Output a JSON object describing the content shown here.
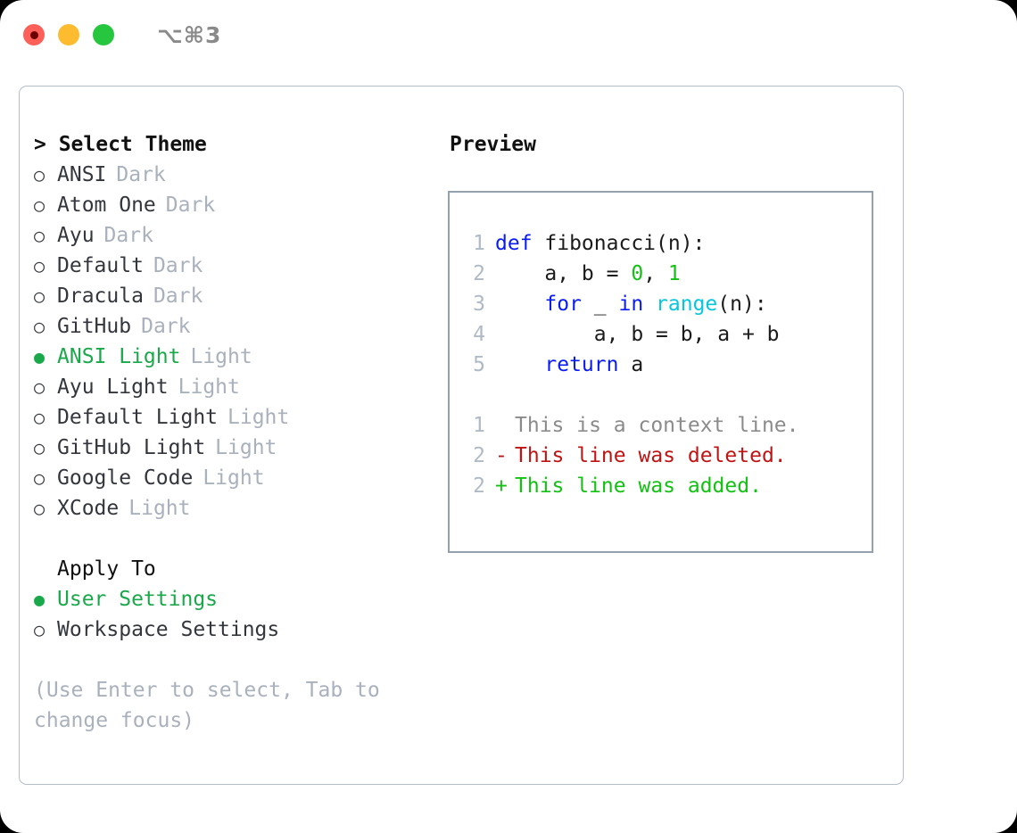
{
  "titlebar": {
    "shortcut": "⌥⌘3",
    "lights": [
      {
        "name": "close",
        "color": "#fc6058"
      },
      {
        "name": "minimize",
        "color": "#fdbc2f"
      },
      {
        "name": "zoom",
        "color": "#26c63f"
      }
    ]
  },
  "theme_panel": {
    "heading": "> Select Theme",
    "options": [
      {
        "marker": "○",
        "label": "ANSI",
        "kind": "Dark",
        "selected": false
      },
      {
        "marker": "○",
        "label": "Atom One",
        "kind": "Dark",
        "selected": false
      },
      {
        "marker": "○",
        "label": "Ayu",
        "kind": "Dark",
        "selected": false
      },
      {
        "marker": "○",
        "label": "Default",
        "kind": "Dark",
        "selected": false
      },
      {
        "marker": "○",
        "label": "Dracula",
        "kind": "Dark",
        "selected": false
      },
      {
        "marker": "○",
        "label": "GitHub",
        "kind": "Dark",
        "selected": false
      },
      {
        "marker": "●",
        "label": "ANSI Light",
        "kind": "Light",
        "selected": true
      },
      {
        "marker": "○",
        "label": "Ayu Light",
        "kind": "Light",
        "selected": false
      },
      {
        "marker": "○",
        "label": "Default Light",
        "kind": "Light",
        "selected": false
      },
      {
        "marker": "○",
        "label": "GitHub Light",
        "kind": "Light",
        "selected": false
      },
      {
        "marker": "○",
        "label": "Google Code",
        "kind": "Light",
        "selected": false
      },
      {
        "marker": "○",
        "label": "XCode",
        "kind": "Light",
        "selected": false
      }
    ]
  },
  "apply_to": {
    "heading": "Apply To",
    "options": [
      {
        "marker": "●",
        "label": "User Settings",
        "selected": true
      },
      {
        "marker": "○",
        "label": "Workspace Settings",
        "selected": false
      }
    ]
  },
  "hint": "(Use Enter to select, Tab to change focus)",
  "preview": {
    "title": "Preview",
    "code": [
      {
        "num": "1",
        "tokens": [
          {
            "t": "def",
            "c": "kw"
          },
          {
            "t": " fibonacci(n):",
            "c": "code-txt"
          }
        ]
      },
      {
        "num": "2",
        "tokens": [
          {
            "t": "    a, b = ",
            "c": "code-txt"
          },
          {
            "t": "0",
            "c": "num"
          },
          {
            "t": ", ",
            "c": "code-txt"
          },
          {
            "t": "1",
            "c": "num"
          }
        ]
      },
      {
        "num": "3",
        "tokens": [
          {
            "t": "    ",
            "c": "code-txt"
          },
          {
            "t": "for",
            "c": "kw"
          },
          {
            "t": " _ ",
            "c": "code-txt"
          },
          {
            "t": "in",
            "c": "kw"
          },
          {
            "t": " ",
            "c": "code-txt"
          },
          {
            "t": "range",
            "c": "fn"
          },
          {
            "t": "(n):",
            "c": "code-txt"
          }
        ]
      },
      {
        "num": "4",
        "tokens": [
          {
            "t": "        a, b = b, a + b",
            "c": "code-txt"
          }
        ]
      },
      {
        "num": "5",
        "tokens": [
          {
            "t": "    ",
            "c": "code-txt"
          },
          {
            "t": "return",
            "c": "kw"
          },
          {
            "t": " a",
            "c": "code-txt"
          }
        ]
      }
    ],
    "diff": [
      {
        "num": "1",
        "mark": " ",
        "text": "This is a context line.",
        "kind": "d-ctx"
      },
      {
        "num": "2",
        "mark": "-",
        "text": "This line was deleted.",
        "kind": "d-del"
      },
      {
        "num": "2",
        "mark": "+",
        "text": "This line was added.",
        "kind": "d-add"
      }
    ]
  },
  "colors": {
    "accent_green": "#19a84a",
    "muted": "#a9b1bd",
    "keyword_blue": "#0a1cf5",
    "function_cyan": "#06c6dd",
    "number_green": "#12c112",
    "diff_delete_red": "#c01313",
    "diff_add_green": "#12c112",
    "panel_border": "#93a1af",
    "frame_border": "#b4bdc9"
  }
}
